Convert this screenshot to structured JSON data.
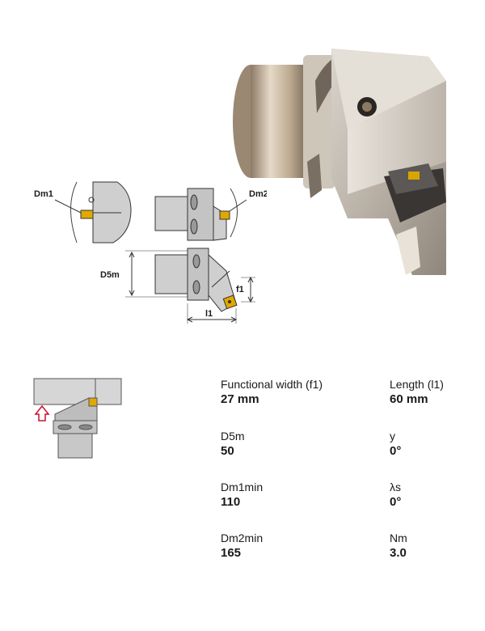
{
  "drawing_labels": {
    "dm1": "Dm1",
    "dm2": "Dm2",
    "d5m": "D5m",
    "f1": "f1",
    "l1": "l1"
  },
  "specs": [
    {
      "label": "Functional width (f1)",
      "value": "27 mm"
    },
    {
      "label": "Length (l1)",
      "value": "60 mm"
    },
    {
      "label": "D5m",
      "value": "50"
    },
    {
      "label": "y",
      "value": "0°"
    },
    {
      "label": "Dm1min",
      "value": "110"
    },
    {
      "label": "λs",
      "value": "0°"
    },
    {
      "label": "Dm2min",
      "value": "165"
    },
    {
      "label": "Nm",
      "value": "3.0"
    }
  ],
  "colors": {
    "accent_red": "#c8102e",
    "insert_gold": "#e0a800",
    "body_gray": "#c8c8c8"
  }
}
